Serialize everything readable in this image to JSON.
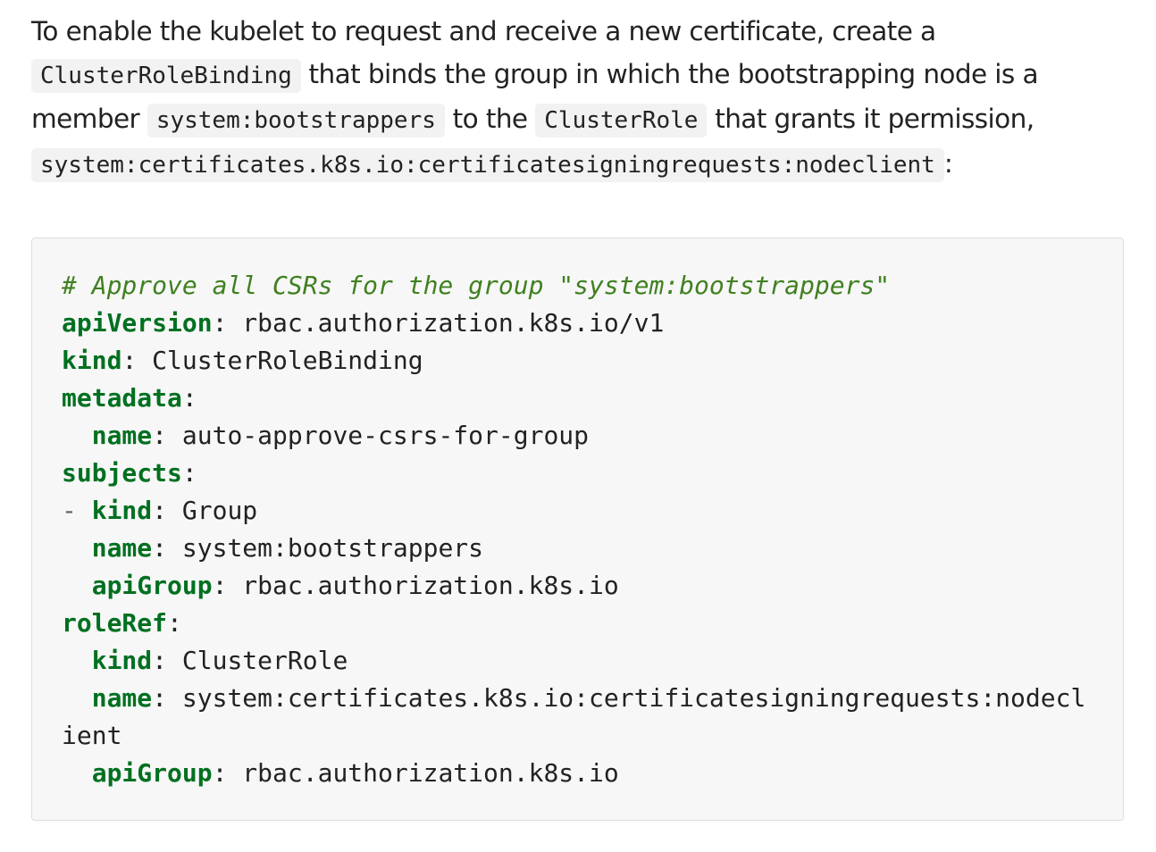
{
  "intro": {
    "t1": "To enable the kubelet to request and receive a new certificate, create a ",
    "c1": "ClusterRoleBinding",
    "t2": " that binds the group in which the bootstrapping node is a member ",
    "c2": "system:bootstrappers",
    "t3": " to the ",
    "c3": "ClusterRole",
    "t4": " that grants it permission, ",
    "c4": "system:certificates.k8s.io:certificatesigningrequests:nodeclient",
    "t5": ":"
  },
  "code": {
    "comment": "# Approve all CSRs for the group \"system:bootstrappers\"",
    "apiVersion_key": "apiVersion",
    "apiVersion_val": "rbac.authorization.k8s.io/v1",
    "kind_key": "kind",
    "kind_val": "ClusterRoleBinding",
    "metadata_key": "metadata",
    "meta_name_key": "name",
    "meta_name_val": "auto-approve-csrs-for-group",
    "subjects_key": "subjects",
    "subj_dash": "-",
    "subj_kind_key": "kind",
    "subj_kind_val": "Group",
    "subj_name_key": "name",
    "subj_name_val": "system:bootstrappers",
    "subj_apigroup_key": "apiGroup",
    "subj_apigroup_val": "rbac.authorization.k8s.io",
    "roleref_key": "roleRef",
    "rr_kind_key": "kind",
    "rr_kind_val": "ClusterRole",
    "rr_name_key": "name",
    "rr_name_val_1": "system:certificates.k8s.io:certificatesigningrequests:nodecl",
    "rr_name_val_2": "ient",
    "rr_apigroup_key": "apiGroup",
    "rr_apigroup_val": "rbac.authorization.k8s.io"
  }
}
